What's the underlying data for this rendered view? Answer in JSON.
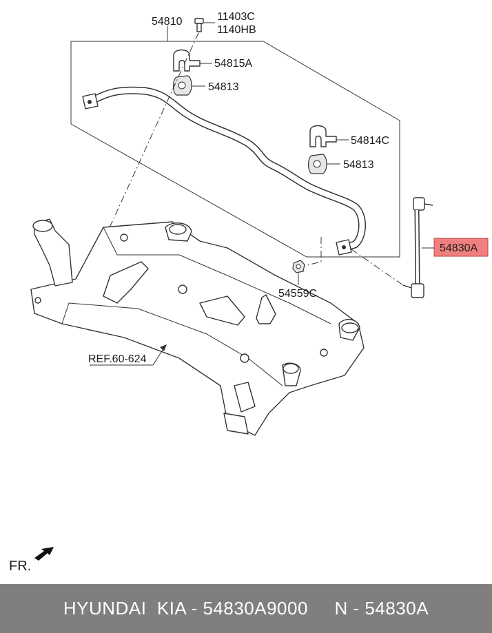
{
  "labels": {
    "stabilizer_bar": "54810",
    "bolt_a": "11403C",
    "bolt_b": "1140HB",
    "bracket_left": "54815A",
    "bushing_left": "54813",
    "bracket_right": "54814C",
    "bushing_right": "54813",
    "link": "54830A",
    "nut": "54559C",
    "ref": "REF.60-624",
    "front": "FR."
  },
  "colors": {
    "highlight": "#f08080",
    "footer_bg": "#7f7f7f"
  },
  "footer": {
    "brand": "HYUNDAI  KIA",
    "part_number": "54830A9000",
    "code": "54830A"
  },
  "footer_text": "HYUNDAI  KIA - 54830A9000     N - 54830A",
  "icons": [
    "front-arrow-icon"
  ]
}
